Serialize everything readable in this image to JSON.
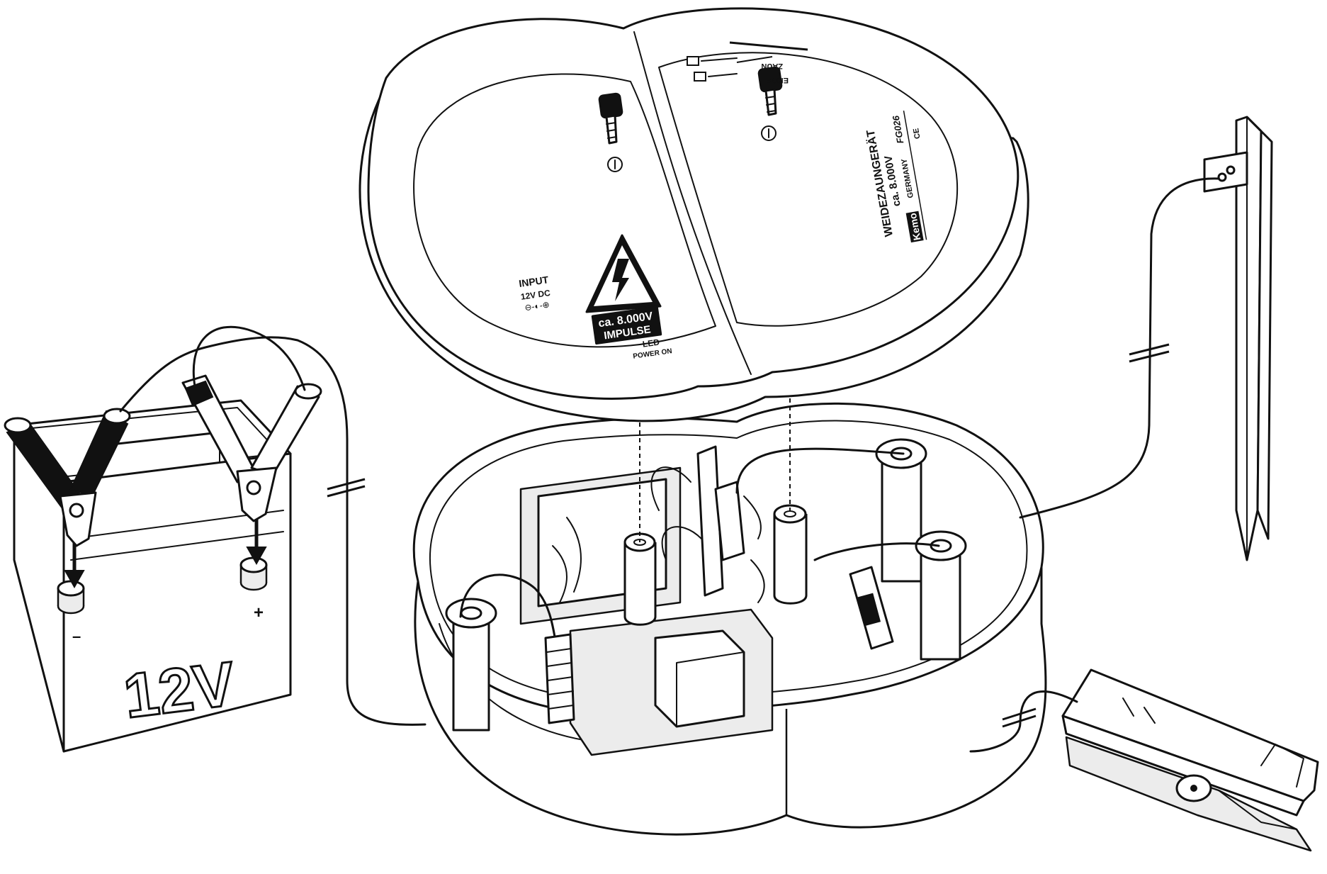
{
  "battery": {
    "voltage_label": "12V",
    "minus_label": "–",
    "plus_label": "+"
  },
  "lid": {
    "input_label": "INPUT",
    "input_voltage": "12V DC",
    "polarity_symbol": "⊖-◐-⊕",
    "warning_line1": "ca. 8.000V",
    "warning_line2": "IMPULSE",
    "led_label": "LED",
    "power_on_label": "POWER ON",
    "brand": "Kemo",
    "product_title": "WEIDEZAUNGERÄT",
    "product_voltage": "ca. 8.000V",
    "made_in": "GERMANY",
    "model": "FG026",
    "ce_mark": "CE",
    "zaun_label": "ZAUN",
    "erde_label": "ERDE"
  },
  "colors": {
    "line": "#111111",
    "background": "#ffffff",
    "shade": "#ececec"
  }
}
